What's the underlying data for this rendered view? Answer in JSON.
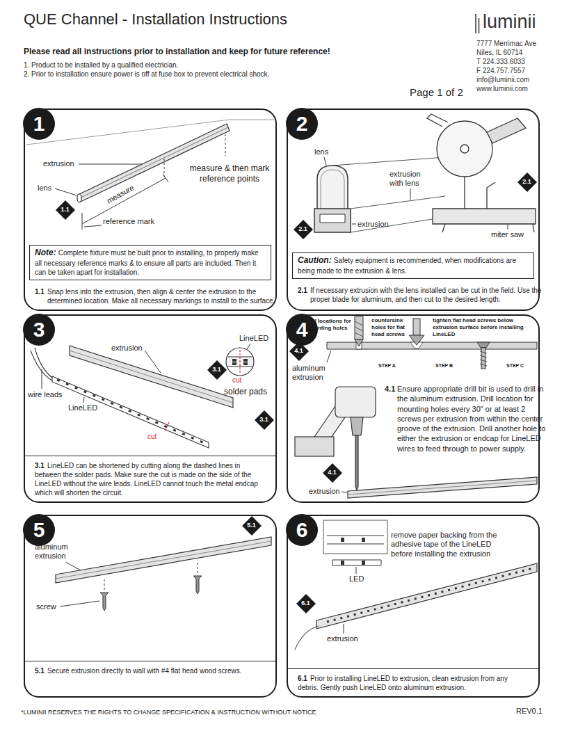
{
  "diagram": {
    "title": "QUE Channel - Installation Instructions",
    "nodes": [
      {
        "text": [
          "1.1",
          "Snap lens into the extrusion, then align & center the extrusion to the determined location. Make all necessary markings to install to the surface."
        ]
      },
      {
        "text": [
          "1"
        ],
        "in": 0
      },
      {
        "text": [
          "Note:",
          "Complete fixture must be built prior to installing, to properly make all necessary reference marks & to ensure all parts are included. Then it can be taken apart for installation."
        ],
        "in": 0
      },
      {
        "text": [
          "1.1"
        ],
        "in": 0
      },
      {
        "text": [
          "2.1",
          "If necessary extrusion with the lens installed can be cut in the field. Use the proper blade for aluminum, and then cut to the desired length."
        ]
      },
      {
        "text": [
          "2"
        ],
        "in": 4
      },
      {
        "text": [
          "Caution:",
          "Safety equipment is recommended, when modifications are being made to the extrusion & lens."
        ],
        "in": 4
      },
      {
        "text": [
          "2.1"
        ],
        "in": 4
      },
      {
        "text": [
          "2.1"
        ],
        "in": 4
      },
      {
        "text": [
          "3.1",
          "LineLED can be shortened by cutting along the dashed lines in between the solder pads. Make sure the cut is made on the side of the LineLED without the wire leads. LineLED cannot touch the metal endcap which will shorten the circuit."
        ]
      },
      {
        "text": [
          "3"
        ],
        "in": 9
      },
      {
        "text": [
          "3.1"
        ],
        "in": 9
      },
      {
        "text": [
          "3.1"
        ],
        "in": 9
      },
      {
        "text": [
          "4.1",
          "Ensure appropriate drill bit is used to drill in the aluminum extrusion. Drill location for mounting holes every 30\" or at least 2 screws per extrusion from within the center groove of the extrusion. Drill another hole to either the extrusion or endcap for LineLED wires to feed through to power supply."
        ]
      },
      {
        "text": [
          "4"
        ],
        "in": 13
      },
      {
        "text": [
          "4.1"
        ],
        "in": 13
      },
      {
        "text": [
          "4.1"
        ],
        "in": 13
      },
      {
        "text": [
          "5.1",
          "Secure extrusion directly to wall with #4 flat head wood screws."
        ]
      },
      {
        "text": [
          "5"
        ],
        "in": 17
      },
      {
        "text": [
          "5.1"
        ],
        "in": 17
      },
      {
        "text": [
          "6.1",
          "Prior to installing LineLED to extrusion, clean extrusion from any debris. Gently push LineLED onto aluminum extrusion."
        ]
      },
      {
        "text": [
          "6"
        ],
        "in": 20
      },
      {
        "text": [
          "6.1"
        ],
        "in": 20
      }
    ],
    "labels": [
      "Please read all instructions prior to installation and keep for future reference!",
      "1. Product to be installed by a qualified electrician.",
      "2. Prior to installation ensure power is off at fuse box to prevent electrical shock.",
      "luminii",
      "7777 Merrimac Ave",
      "Niles, IL 60714",
      "T 224.333.6033",
      "F 224.757.7557",
      "info@luminii.com",
      "www.luminii.com",
      "Page 1 of 2",
      "extrusion",
      "lens",
      "measure",
      "reference mark",
      "measure & then mark reference points",
      "lens",
      "extrusion with lens",
      "extrusion",
      "miter saw",
      "LineLED",
      "extrusion",
      "wire leads",
      "LineLED",
      "solder pads",
      "cut",
      "cut",
      "drill locations for mounting holes",
      "countersink holes for flat head screws",
      "tighten flat head screws below extrusion surface before installing LineLED",
      "aluminum extrusion",
      "STEP A",
      "STEP B",
      "STEP C",
      "extrusion",
      "aluminum extrusion",
      "screw",
      "remove paper backing from the adhesive tape of the LineLED before installing the extrusion",
      "LED",
      "extrusion",
      "*LUMINII RESERVES THE RIGHTS TO CHANGE SPECIFICATION & INSTRUCTION WITHOUT NOTICE",
      "REV0.1"
    ]
  }
}
